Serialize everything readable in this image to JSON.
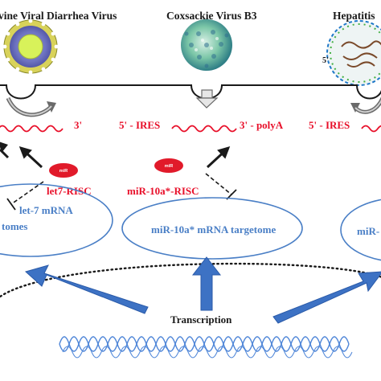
{
  "viruses": {
    "left": "vine Viral  Diarrhea Virus",
    "center": "Coxsackie Virus  B3",
    "right": "Hepatitis"
  },
  "rna": {
    "left_3prime": "3'",
    "center_5prime": "5' - IRES",
    "center_3prime": "3' - polyA",
    "right_5prime": "5' - IRES"
  },
  "risc": {
    "left_badge": "miR",
    "left_label": "let7-RISC",
    "center_badge": "miR",
    "center_label": "miR-10a*-RISC"
  },
  "targetomes": {
    "left_line1": "let-7 mRNA",
    "left_line2": "tomes",
    "center": "miR-10a*  mRNA targetome",
    "right": "miR-"
  },
  "transcription": "Transcription",
  "colors": {
    "label_black": "#1a1a1a",
    "rna_red": "#e8102a",
    "ellipse_blue": "#4a7fc6",
    "arrow_blue": "#3d72c4",
    "dna_blue": "#4f86d8",
    "risc_red": "#e11a2a"
  }
}
